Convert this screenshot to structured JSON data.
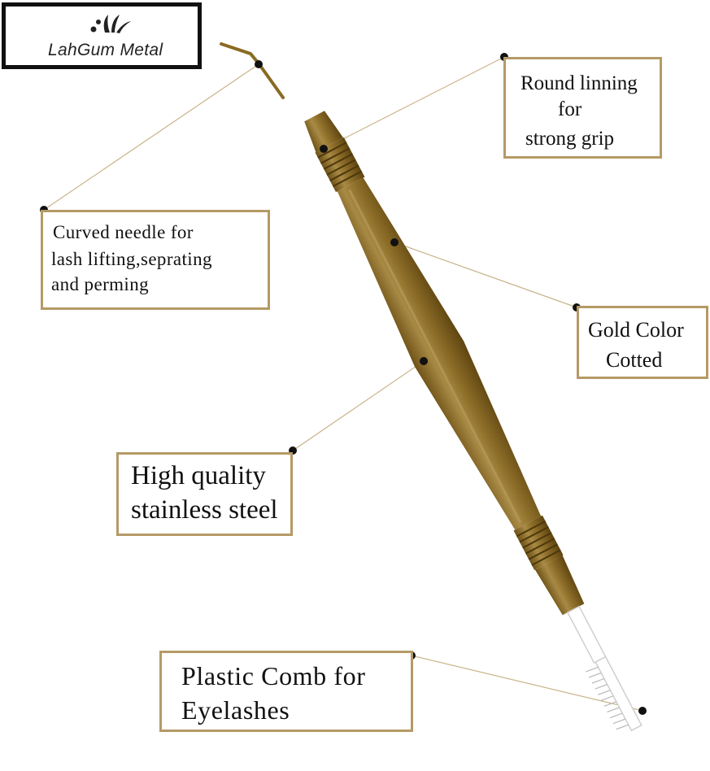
{
  "logo": {
    "text": "LahGum Metal"
  },
  "callouts": {
    "grip": [
      "Round linning",
      "for",
      "strong grip"
    ],
    "needle": [
      "Curved needle for",
      "lash lifting,seprating",
      "and perming"
    ],
    "color": [
      "Gold Color",
      "Cotted"
    ],
    "steel": [
      "High quality",
      "stainless steel"
    ],
    "comb": [
      "Plastic Comb for",
      "Eyelashes"
    ]
  },
  "colors": {
    "gold": "#8a6a22",
    "callout_border": "#b59a66",
    "leader_line": "#c9b48a",
    "comb": "#ffffff"
  },
  "icons": {
    "logo_mark": "flower-fan-icon"
  }
}
